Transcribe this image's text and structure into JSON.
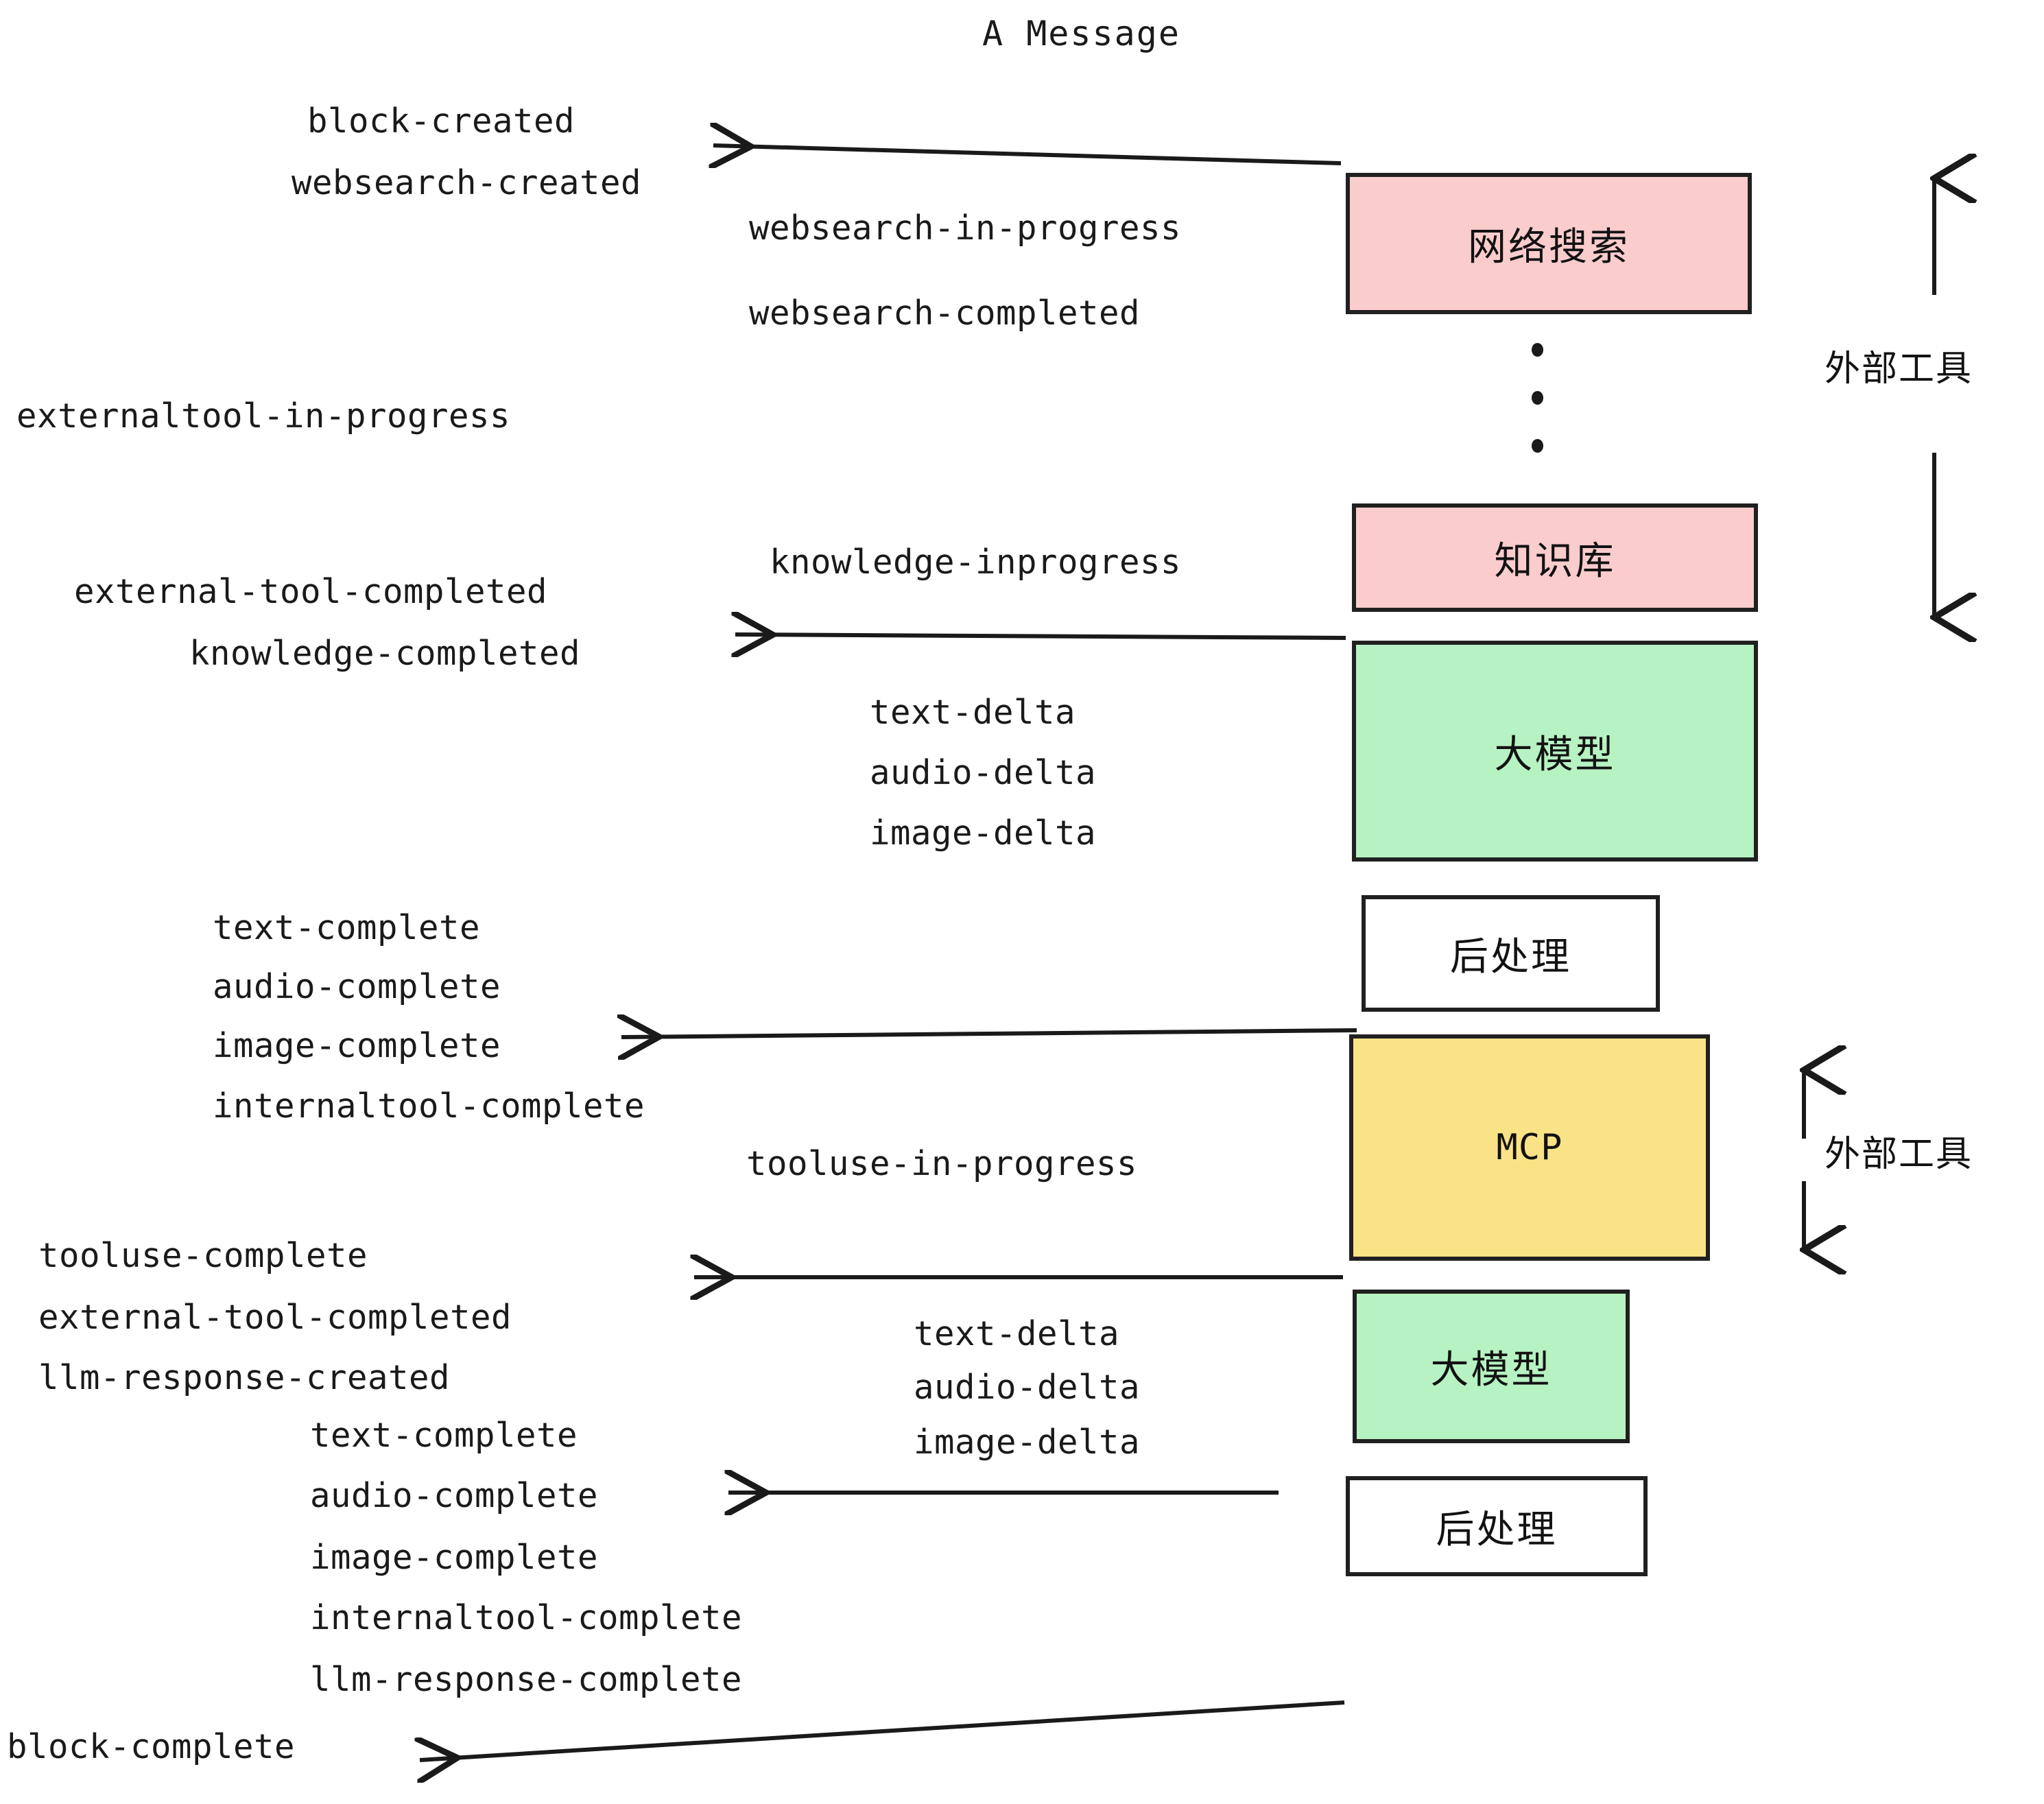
{
  "diagram": {
    "title": "A Message",
    "colors": {
      "pink": "#FACCCC",
      "green": "#B7F2C2",
      "yellow": "#FAE286",
      "white": "#FFFFFF",
      "stroke": "#202020",
      "text": "#1A1A1A",
      "background": "#FFFFFF"
    },
    "nodes": [
      {
        "id": "websearch",
        "label": "网络搜索",
        "color": "pink"
      },
      {
        "id": "knowledge",
        "label": "知识库",
        "color": "pink"
      },
      {
        "id": "llm-top",
        "label": "大模型",
        "color": "green"
      },
      {
        "id": "postprocess-top",
        "label": "后处理",
        "color": "white"
      },
      {
        "id": "mcp",
        "label": "MCP",
        "color": "yellow"
      },
      {
        "id": "llm-bottom",
        "label": "大模型",
        "color": "green"
      },
      {
        "id": "postprocess-bottom",
        "label": "后处理",
        "color": "white"
      }
    ],
    "side_labels": [
      {
        "id": "external-tool-top",
        "label": "外部工具"
      },
      {
        "id": "external-tool-bottom",
        "label": "外部工具"
      }
    ],
    "events": [
      {
        "id": "e01",
        "text": "block-created"
      },
      {
        "id": "e02",
        "text": "websearch-created"
      },
      {
        "id": "e03",
        "text": "websearch-in-progress"
      },
      {
        "id": "e04",
        "text": "websearch-completed"
      },
      {
        "id": "e05",
        "text": "externaltool-in-progress"
      },
      {
        "id": "e06",
        "text": "knowledge-inprogress"
      },
      {
        "id": "e07",
        "text": "external-tool-completed"
      },
      {
        "id": "e08",
        "text": "knowledge-completed"
      },
      {
        "id": "e09",
        "text": "text-delta"
      },
      {
        "id": "e10",
        "text": "audio-delta"
      },
      {
        "id": "e11",
        "text": "image-delta"
      },
      {
        "id": "e12",
        "text": "text-complete"
      },
      {
        "id": "e13",
        "text": "audio-complete"
      },
      {
        "id": "e14",
        "text": "image-complete"
      },
      {
        "id": "e15",
        "text": "internaltool-complete"
      },
      {
        "id": "e16",
        "text": "tooluse-in-progress"
      },
      {
        "id": "e17",
        "text": "tooluse-complete"
      },
      {
        "id": "e18",
        "text": "external-tool-completed"
      },
      {
        "id": "e19",
        "text": "llm-response-created"
      },
      {
        "id": "e20",
        "text": "text-delta"
      },
      {
        "id": "e21",
        "text": "audio-delta"
      },
      {
        "id": "e22",
        "text": "image-delta"
      },
      {
        "id": "e23",
        "text": "text-complete"
      },
      {
        "id": "e24",
        "text": "audio-complete"
      },
      {
        "id": "e25",
        "text": "image-complete"
      },
      {
        "id": "e26",
        "text": "internaltool-complete"
      },
      {
        "id": "e27",
        "text": "llm-response-complete"
      },
      {
        "id": "e28",
        "text": "block-complete"
      }
    ]
  }
}
